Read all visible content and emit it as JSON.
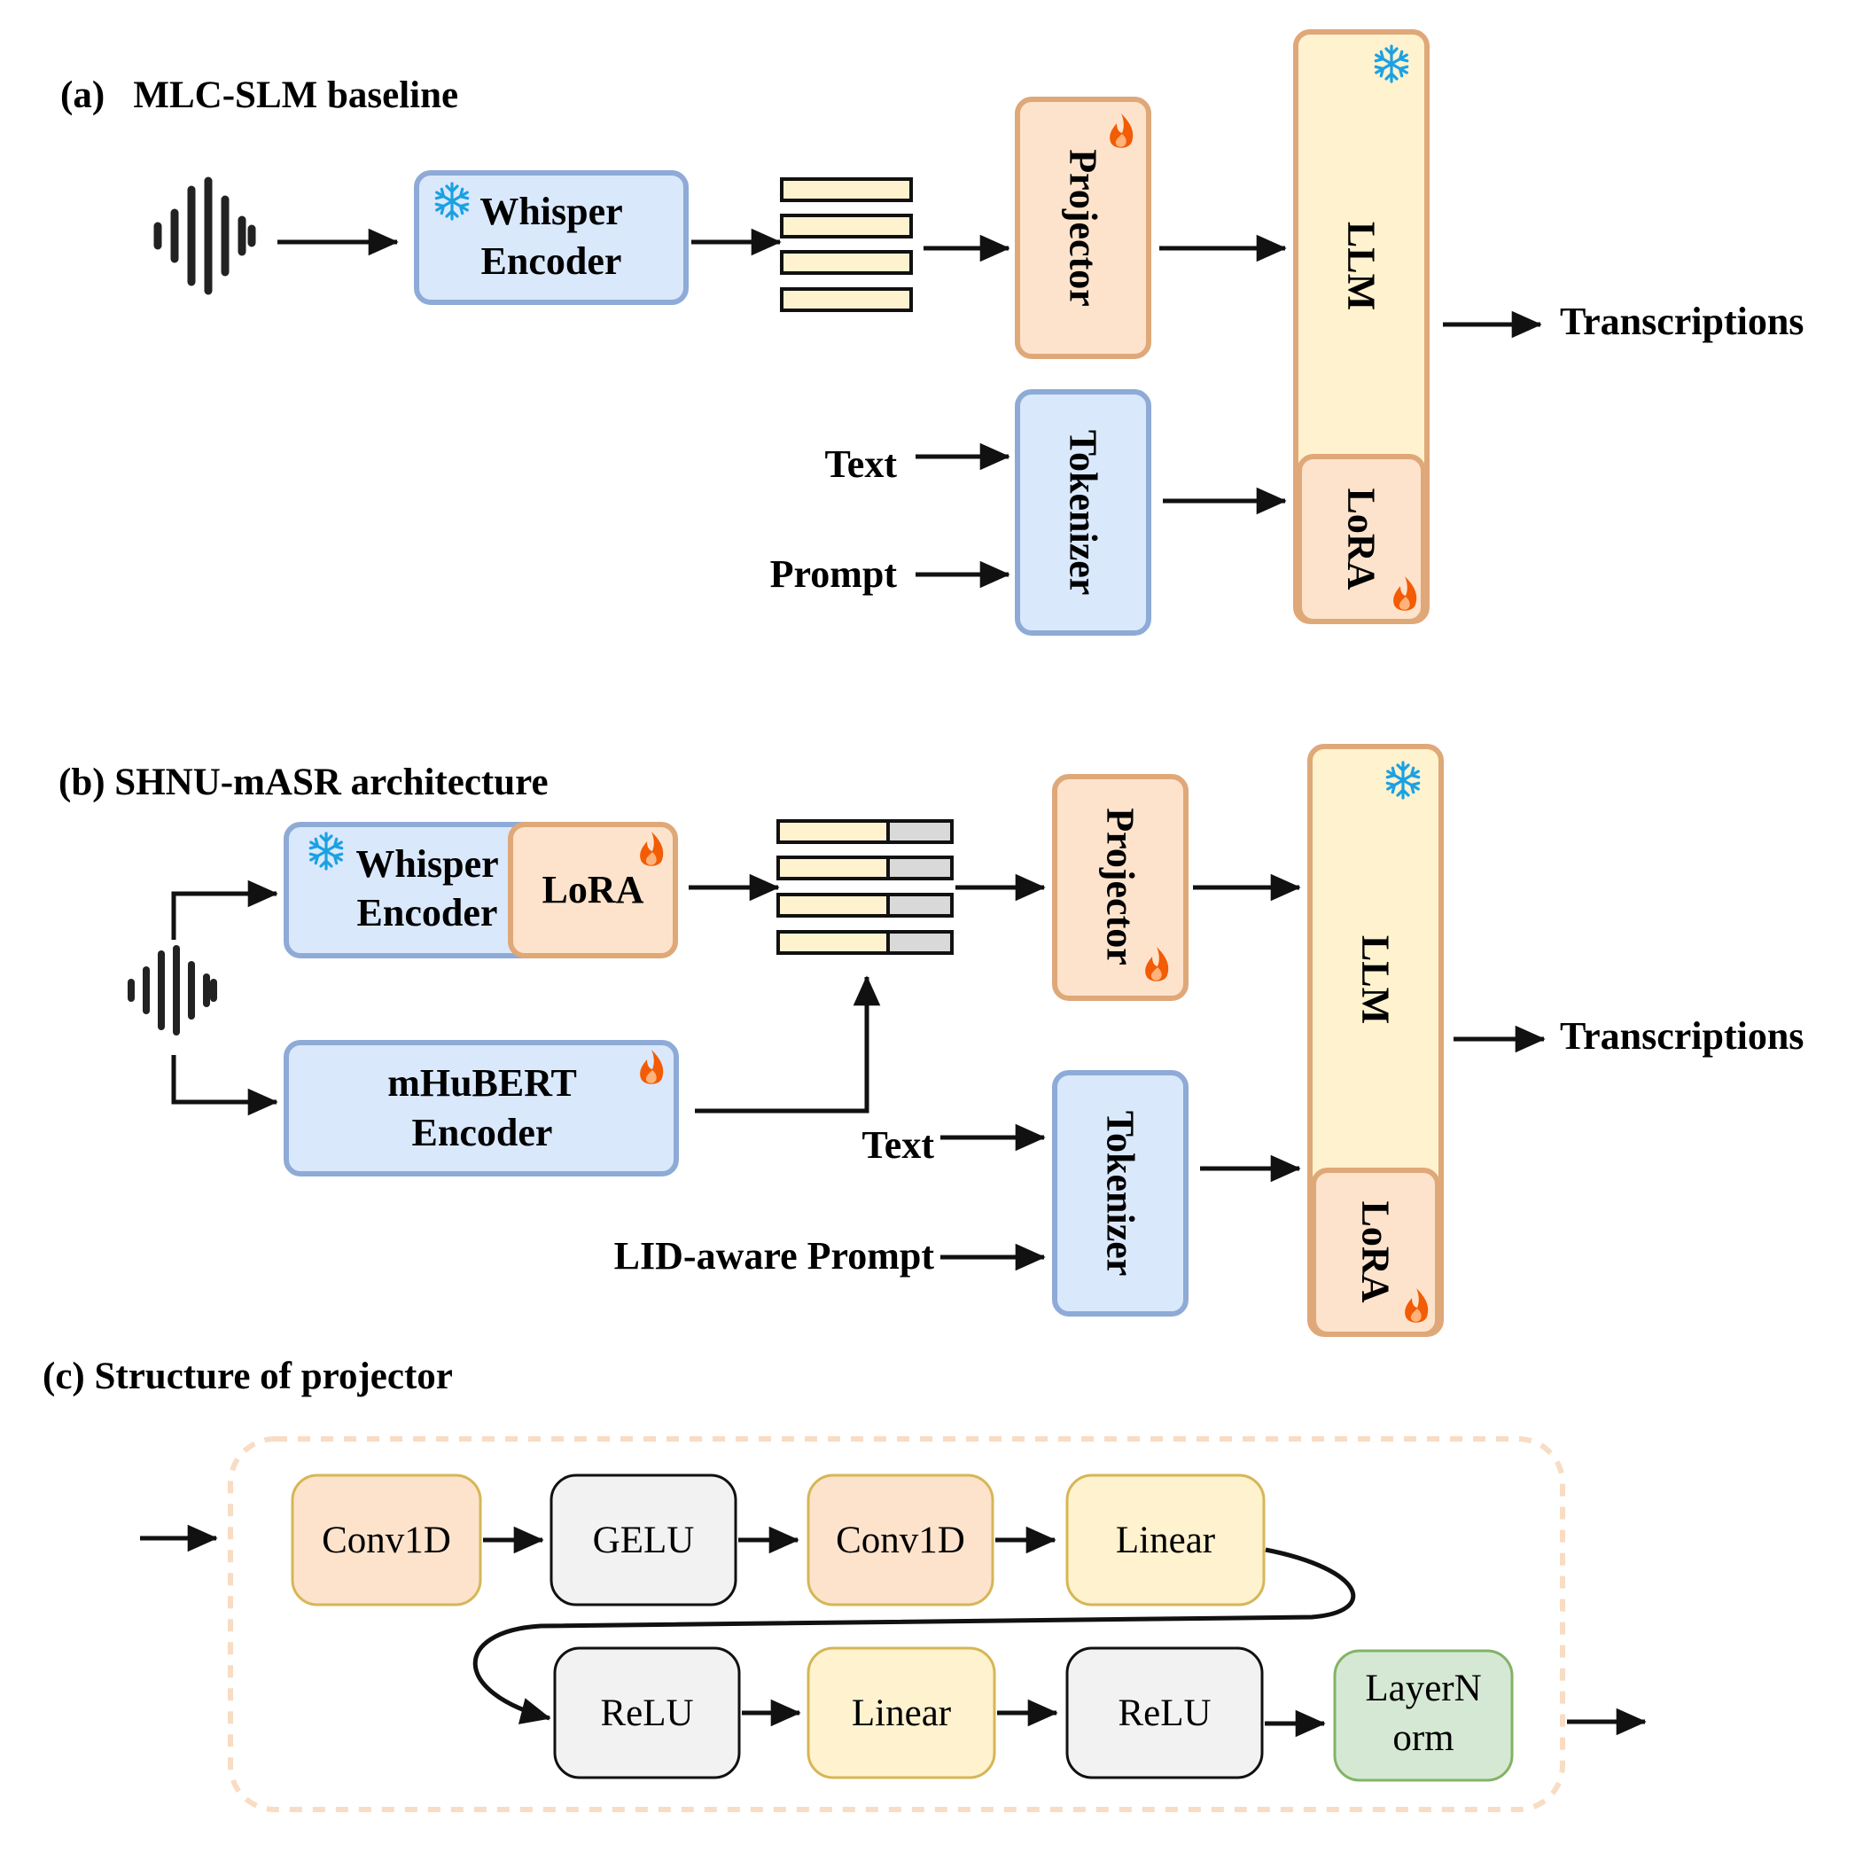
{
  "panel_a": {
    "title": "(a)   MLC-SLM baseline",
    "encoder_line1": "Whisper",
    "encoder_line2": "Encoder",
    "projector": "Projector",
    "llm": "LLM",
    "lora": "LoRA",
    "tokenizer": "Tokenizer",
    "text_input": "Text",
    "prompt_input": "Prompt",
    "output": "Transcriptions"
  },
  "panel_b": {
    "title": "(b) SHNU-mASR architecture",
    "encoder_line1": "Whisper",
    "encoder_line2": "Encoder",
    "encoder_lora": "LoRA",
    "mhubert_line1": "mHuBERT",
    "mhubert_line2": "Encoder",
    "projector": "Projector",
    "llm": "LLM",
    "lora": "LoRA",
    "tokenizer": "Tokenizer",
    "text_input": "Text",
    "prompt_input": "LID-aware Prompt",
    "output": "Transcriptions"
  },
  "panel_c": {
    "title": "(c) Structure of projector",
    "row1": [
      "Conv1D",
      "GELU",
      "Conv1D",
      "Linear"
    ],
    "row2": [
      "ReLU",
      "Linear",
      "ReLU"
    ],
    "layernorm_line1": "LayerN",
    "layernorm_line2": "orm"
  },
  "colors": {
    "frozen_blue_fill": "#dae8fc",
    "frozen_blue_stroke": "#8eaad6",
    "trainable_orange_fill": "#fde3cc",
    "trainable_orange_stroke": "#dfa878",
    "llm_yellow_fill": "#fef2cf",
    "gray_fill": "#f2f2f2",
    "green_fill": "#d5e8d4",
    "green_stroke": "#82b366",
    "snowflake": "#1ba1e2",
    "flame": "#f25c05"
  },
  "icons": {
    "frozen": "snowflake-icon",
    "trainable": "flame-icon",
    "audio": "waveform-icon"
  }
}
